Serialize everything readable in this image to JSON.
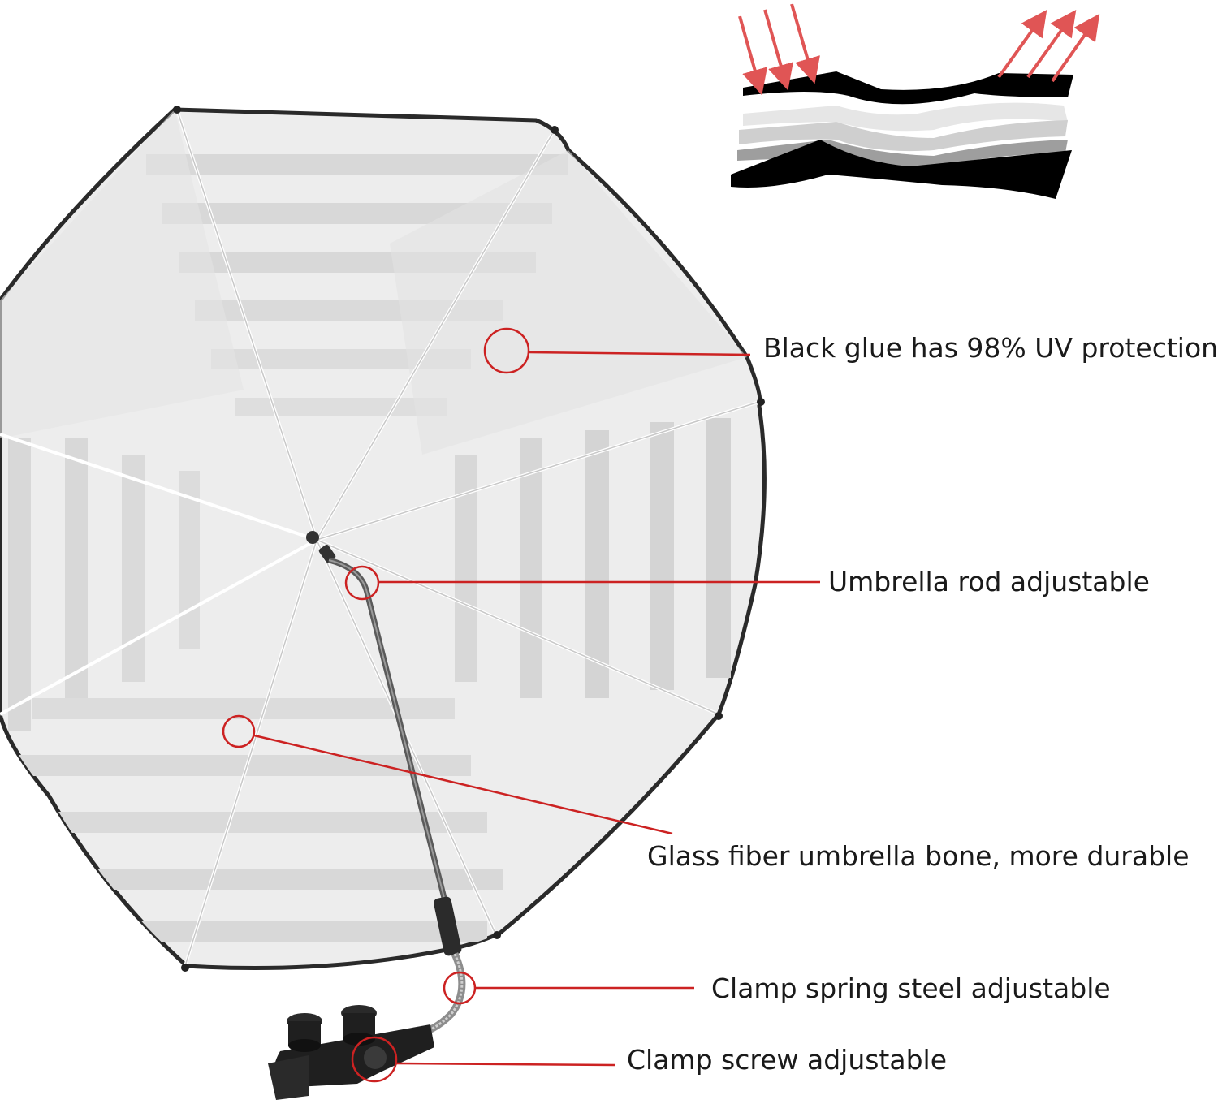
{
  "callouts": {
    "uv_protection": "Black glue has 98% UV protection",
    "rod": "Umbrella rod adjustable",
    "bone": "Glass fiber umbrella bone, more durable",
    "spring": "Clamp spring steel adjustable",
    "screw": "Clamp screw adjustable"
  },
  "colors": {
    "callout_line": "#cc2222",
    "arrow": "#e05555",
    "canopy_edge": "#2a2a2a",
    "canopy_fill": "#ececec",
    "stripe": "#d6d6d6"
  },
  "icons": {
    "layer_diagram": "fabric-layers-diagram",
    "incoming_arrows": "sun-rays-in",
    "outgoing_arrows": "reflected-rays-out"
  }
}
